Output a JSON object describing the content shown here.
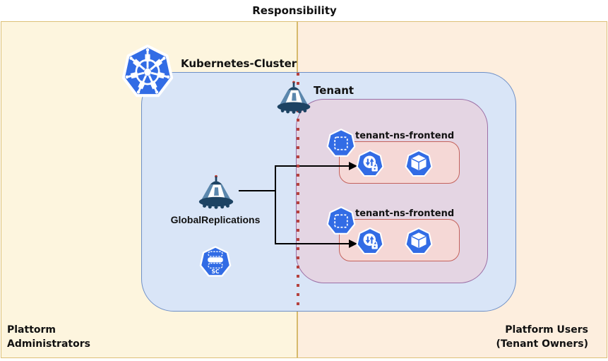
{
  "title": "Responsibility",
  "zones": {
    "left": {
      "label_line1": "Plattorm",
      "label_line2": "Administrators"
    },
    "right": {
      "label_line1": "Platform Users",
      "label_line2": "(Tenant Owners)"
    }
  },
  "cluster": {
    "label": "Kubernetes-Cluster",
    "tenant": {
      "label": "Tenant",
      "namespaces": [
        {
          "label": "tenant-ns-frontend"
        },
        {
          "label": "tenant-ns-frontend"
        }
      ]
    },
    "global_replications_label": "GlobalReplications",
    "storage_class_label": "SC"
  },
  "icons": {
    "kubernetes-logo": "blue heptagon with white ship wheel",
    "capsule-buoy-icon": "navy and steel-blue buoy (Capsule)",
    "namespace-icon": "blue heptagon with white dashed square",
    "limitrange-icon": "blue heptagon with up/down arrows and padlock",
    "pod-icon": "blue heptagon with white cube",
    "storageclass-icon": "blue heptagon with stacked storage layers labeled SC"
  },
  "colors": {
    "kubernetes_blue": "#326ce5",
    "zone_left_bg": "#fdf5de",
    "zone_right_bg": "#fdeede",
    "zone_border": "#ddc078",
    "cluster_bg": "#d9e5f7",
    "cluster_border": "#6d8fc7",
    "tenant_bg": "#e4d5e3",
    "tenant_border": "#9c6fa5",
    "namespace_box_bg": "#f5d8d6",
    "namespace_box_border": "#c4625c",
    "responsibility_divider": "#b5413e",
    "connector": "#000000",
    "buoy_navy": "#1d4363",
    "buoy_steel": "#5b87ad"
  }
}
